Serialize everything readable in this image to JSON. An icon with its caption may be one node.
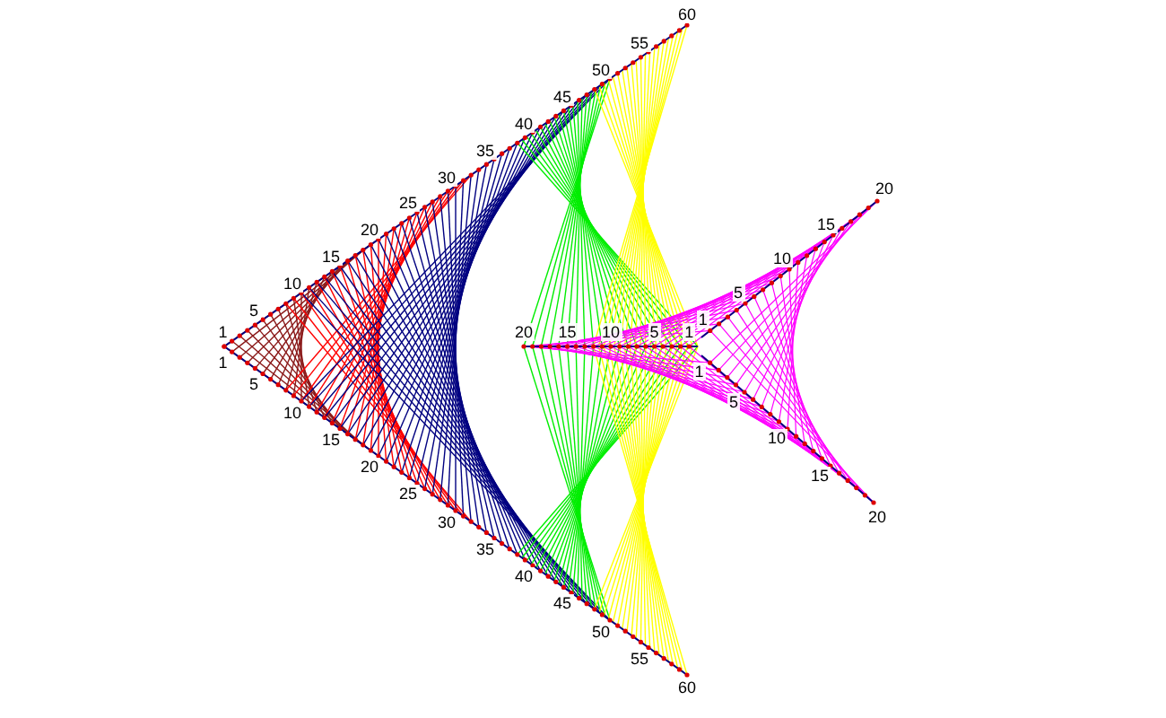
{
  "diagram": {
    "labels": [
      "1",
      "5",
      "10",
      "15",
      "20",
      "25",
      "30",
      "35",
      "40",
      "45",
      "50",
      "55",
      "60",
      "1",
      "5",
      "10",
      "15",
      "20",
      "25",
      "30",
      "35",
      "40",
      "45",
      "50",
      "55",
      "60",
      "20",
      "15",
      "10",
      "5",
      "1",
      "1",
      "5",
      "10",
      "15",
      "20",
      "1",
      "5",
      "10",
      "15",
      "20"
    ]
  }
}
